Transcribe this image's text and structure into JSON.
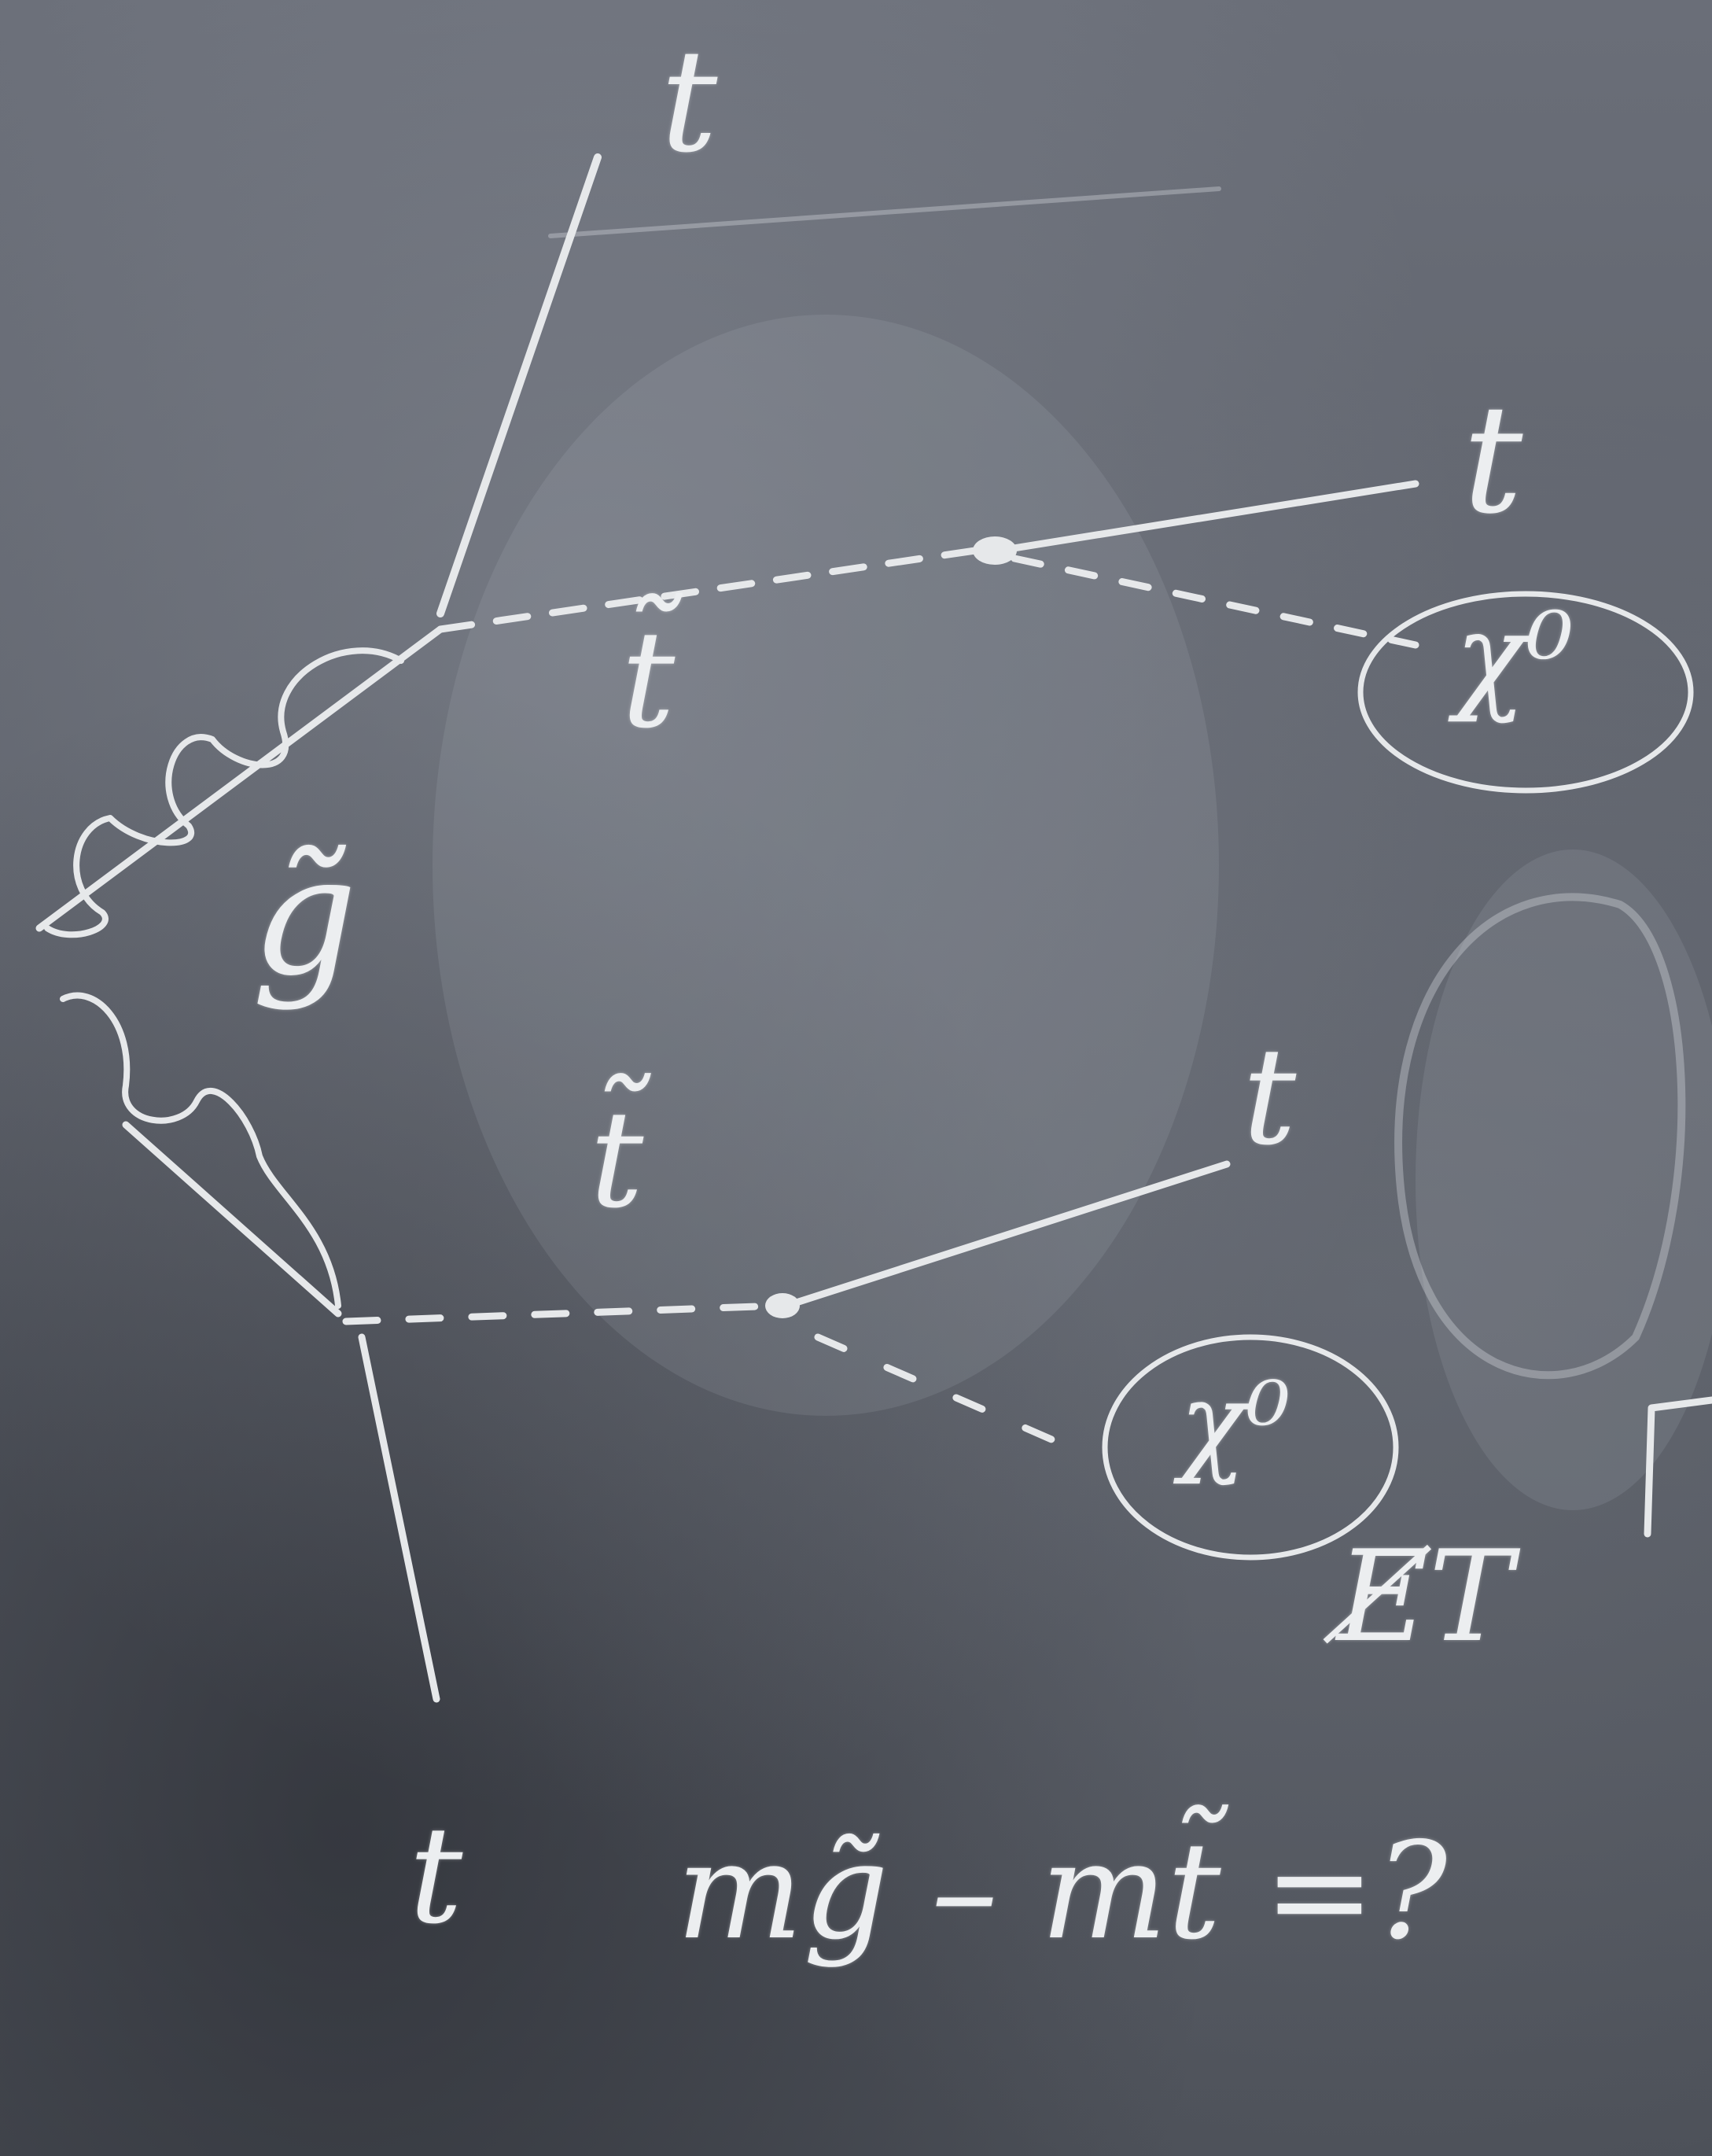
{
  "diagram": {
    "labels": {
      "t_top": "t",
      "t_right_upper": "t",
      "stop_upper": "t̃",
      "neutralino_upper": "χ⁰",
      "gluino": "g̃",
      "stop_lower": "t̃",
      "t_right_lower": "t",
      "neutralino_lower": "χ⁰",
      "met": "E̸T",
      "t_bottom": "t"
    },
    "question": "mg̃ – mt̃ =?"
  },
  "colors": {
    "board": "#5f636d",
    "chalk": "#e6e8ea"
  }
}
